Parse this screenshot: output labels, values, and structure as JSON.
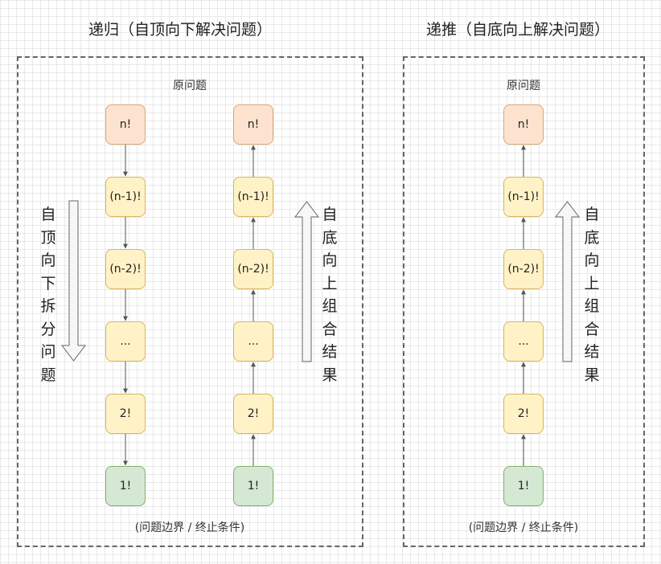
{
  "left": {
    "title": "递归（自顶向下解决问题）",
    "top_label": "原问题",
    "bottom_label": "(问题边界 / 终止条件)",
    "chain_a_nodes": [
      "n!",
      "(n-1)!",
      "(n-2)!",
      "...",
      "2!",
      "1!"
    ],
    "chain_b_nodes": [
      "n!",
      "(n-1)!",
      "(n-2)!",
      "...",
      "2!",
      "1!"
    ],
    "down_arrow_text": "自顶向下拆分问题",
    "up_arrow_text": "自底向上组合结果"
  },
  "right": {
    "title": "递推（自底向上解决问题）",
    "top_label": "原问题",
    "bottom_label": "(问题边界 / 终止条件)",
    "chain_nodes": [
      "n!",
      "(n-1)!",
      "(n-2)!",
      "...",
      "2!",
      "1!"
    ],
    "up_arrow_text": "自底向上组合结果"
  },
  "colors": {
    "top_fill": "#fde3cf",
    "mid_fill": "#fff2c7",
    "bottom_fill": "#d5e8d4",
    "connector": "#555555"
  }
}
